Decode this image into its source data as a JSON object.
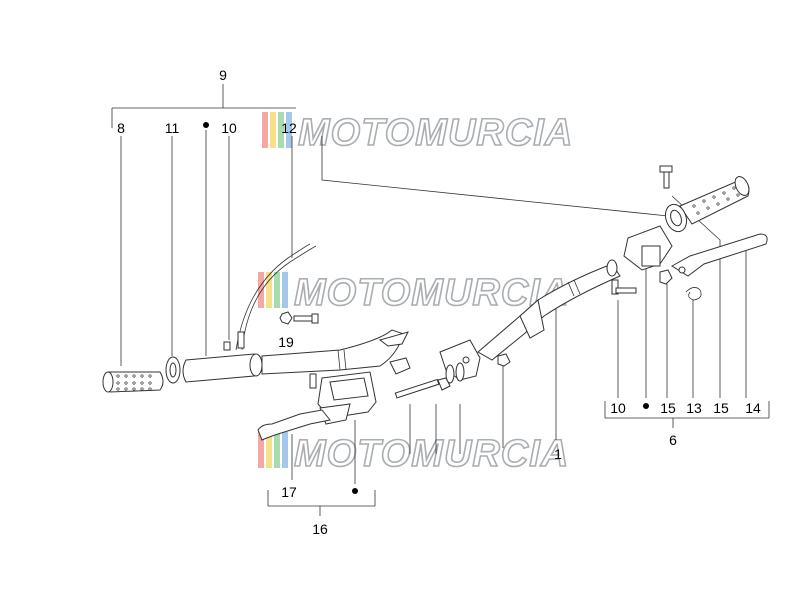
{
  "diagram": {
    "callouts": {
      "c1": "1",
      "c6": "6",
      "c8": "8",
      "c9": "9",
      "c10a": "10",
      "c10b": "10",
      "c11": "11",
      "c12": "12",
      "c13": "13",
      "c14": "14",
      "c15a": "15",
      "c15b": "15",
      "c16": "16",
      "c17": "17",
      "c19": "19"
    },
    "watermark": "MOTOMURCIA",
    "colors": {
      "line": "#333333",
      "text": "#000000",
      "watermark_stroke": "#9aa0a6",
      "wm_red": "#f4a7a3",
      "wm_yellow": "#f6e08a",
      "wm_green": "#a8dcae",
      "wm_blue": "#a3c8ec"
    }
  }
}
